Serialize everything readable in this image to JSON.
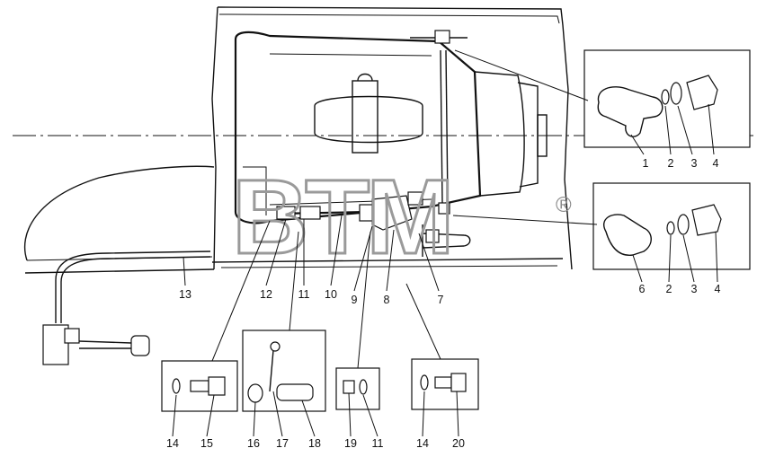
{
  "watermark": {
    "text": "BTM",
    "mark": "®"
  },
  "callouts": [
    {
      "id": "c-1",
      "label": "1"
    },
    {
      "id": "c-2a",
      "label": "2"
    },
    {
      "id": "c-3a",
      "label": "3"
    },
    {
      "id": "c-4a",
      "label": "4"
    },
    {
      "id": "c-6",
      "label": "6"
    },
    {
      "id": "c-2b",
      "label": "2"
    },
    {
      "id": "c-3b",
      "label": "3"
    },
    {
      "id": "c-4b",
      "label": "4"
    },
    {
      "id": "c-13",
      "label": "13"
    },
    {
      "id": "c-12",
      "label": "12"
    },
    {
      "id": "c-11a",
      "label": "11"
    },
    {
      "id": "c-10",
      "label": "10"
    },
    {
      "id": "c-9",
      "label": "9"
    },
    {
      "id": "c-8",
      "label": "8"
    },
    {
      "id": "c-7",
      "label": "7"
    },
    {
      "id": "c-14a",
      "label": "14"
    },
    {
      "id": "c-15",
      "label": "15"
    },
    {
      "id": "c-16",
      "label": "16"
    },
    {
      "id": "c-17",
      "label": "17"
    },
    {
      "id": "c-18",
      "label": "18"
    },
    {
      "id": "c-19",
      "label": "19"
    },
    {
      "id": "c-11b",
      "label": "11"
    },
    {
      "id": "c-14b",
      "label": "14"
    },
    {
      "id": "c-20",
      "label": "20"
    }
  ]
}
